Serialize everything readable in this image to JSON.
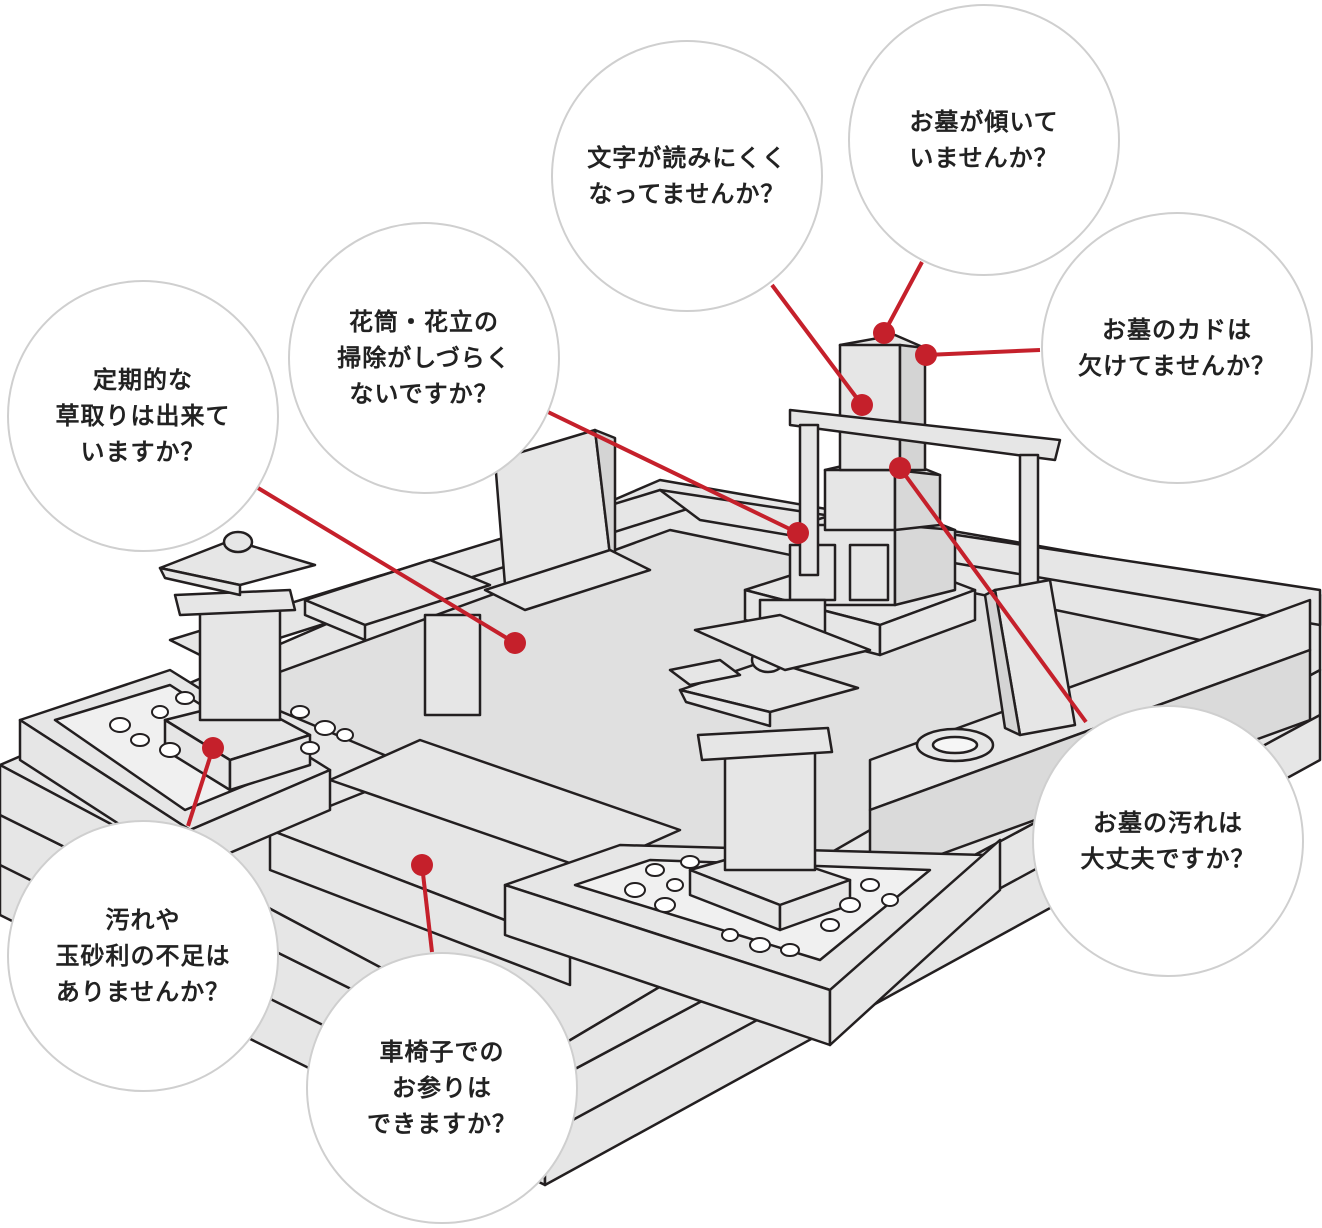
{
  "colors": {
    "line": "#c5202b",
    "dot": "#c5202b",
    "stone": "#e6e6e6",
    "stroke": "#231f20",
    "bubble_border": "#cfcfcf"
  },
  "callouts": [
    {
      "id": "lettering",
      "text": "文字が読みにくく\nなってませんか？"
    },
    {
      "id": "tilt",
      "text": "お墓が傾いて\nいませんか？"
    },
    {
      "id": "chipped",
      "text": "お墓のカドは\n欠けてませんか？"
    },
    {
      "id": "flower-vase",
      "text": "花筒・花立の\n掃除がしづらく\nないですか？"
    },
    {
      "id": "weeding",
      "text": "定期的な\n草取りは出来て\nいますか？"
    },
    {
      "id": "dirt",
      "text": "お墓の汚れは\n大丈夫ですか？"
    },
    {
      "id": "gravel",
      "text": "汚れや\n玉砂利の不足は\nありませんか？"
    },
    {
      "id": "wheelchair",
      "text": "車椅子での\nお参りは\nできますか？"
    }
  ]
}
